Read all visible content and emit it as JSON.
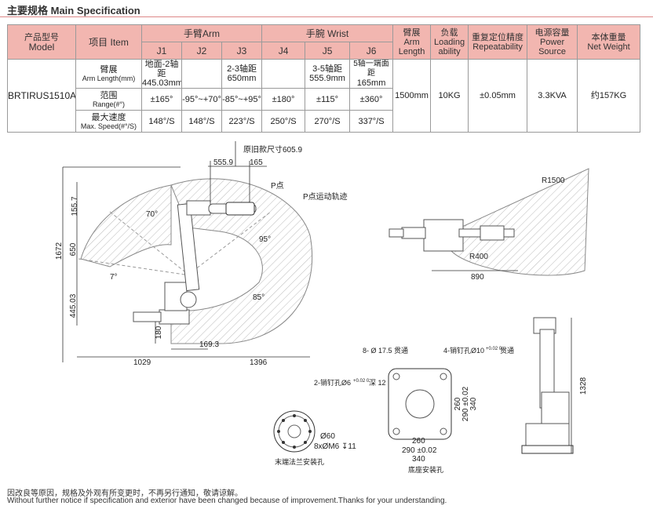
{
  "header": {
    "title": "主要规格  Main Specification"
  },
  "table": {
    "model_cn": "产品型号",
    "model_en": "Model",
    "item_cn": "项目 Item",
    "arm_group": "手臂Arm",
    "wrist_group": "手腕 Wrist",
    "axes": [
      "J1",
      "J2",
      "J3",
      "J4",
      "J5",
      "J6"
    ],
    "arm_length_hdr": [
      "臂展",
      "Arm",
      "Length"
    ],
    "loading_hdr": [
      "负载",
      "Loading",
      "ability"
    ],
    "repeat_hdr": [
      "重复定位精度",
      "Repeatability"
    ],
    "power_hdr": [
      "电源容量",
      "Power",
      "Source"
    ],
    "weight_hdr": [
      "本体重量",
      "Net Weight"
    ],
    "model_value": "BRTIRUS1510A",
    "row_labels": [
      {
        "cn": "臂展",
        "en": "Arm Length(mm)"
      },
      {
        "cn": "范围",
        "en": "Range(#°)"
      },
      {
        "cn": "最大速度",
        "en": "Max. Speed(#°/S)"
      }
    ],
    "arm_length_row": [
      [
        "地面-2轴距",
        "445.03mm"
      ],
      [
        "",
        ""
      ],
      [
        "2-3轴距",
        "650mm"
      ],
      [
        "",
        ""
      ],
      [
        "3-5轴距",
        "555.9mm"
      ],
      [
        "5轴一端面距",
        "165mm"
      ]
    ],
    "range_row": [
      "±165°",
      "-95°~+70°",
      "-85°~+95°",
      "±180°",
      "±115°",
      "±360°"
    ],
    "speed_row": [
      "148°/S",
      "148°/S",
      "223°/S",
      "250°/S",
      "270°/S",
      "337°/S"
    ],
    "arm_length": "1500mm",
    "loading": "10KG",
    "repeatability": "±0.05mm",
    "power": "3.3KVA",
    "weight": "约157KG"
  },
  "drawing": {
    "old_size": "原旧款尺寸605.9",
    "d5559": "555.9",
    "d165": "165",
    "p_point": "P点",
    "p_track": "P点运动轨迹",
    "r1500": "R1500",
    "r400": "R400",
    "d890": "890",
    "d1557": "155.7",
    "d1672": "1672",
    "d650": "650",
    "d44503": "445.03",
    "d180": "180",
    "d1693": "169.3",
    "d1029": "1029",
    "d1396": "1396",
    "a70": "70°",
    "a95": "95°",
    "a7": "7°",
    "a85": "85°",
    "pin_end": "2-销钉孔Ø6",
    "pin_end_tol": "+0.02 0",
    "pin_end_depth": "深 12",
    "d60": "Ø60",
    "d_m6": "8xØM6 ↧11",
    "end_flange": "末端法兰安装孔",
    "through": "8- Ø 17.5 贯通",
    "pin_base": "4-销钉孔Ø10",
    "pin_base_tol": "+0.02 0",
    "pin_base_after": "贯通",
    "d260v": "260",
    "d290v": "290 ±0.02",
    "d340v": "340",
    "d260h": "260",
    "d290h": "290 ±0.02",
    "d340h": "340",
    "base_holes": "底座安装孔",
    "d1328": "1328"
  },
  "footer": {
    "cn": "因改良等原因，规格及外观有所变更时，不再另行通知，敬请谅解。",
    "en": "Without further notice if specification and exterior have been changed because of improvement.Thanks for your understanding."
  }
}
